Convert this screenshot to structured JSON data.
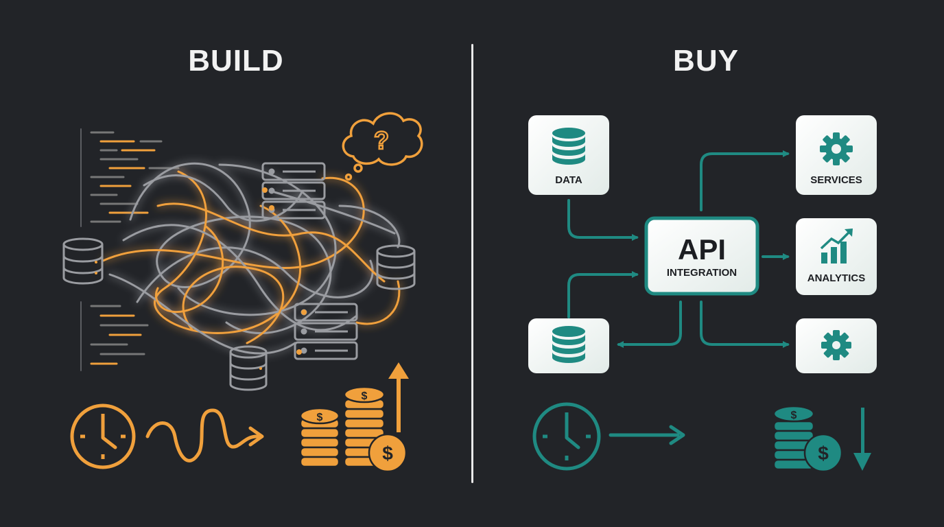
{
  "build": {
    "title": "BUILD",
    "thought_icon": "question-thought-bubble-icon",
    "time_icon": "clock-icon",
    "cost_icon": "coin-stack-icon"
  },
  "buy": {
    "title": "BUY",
    "api_title": "API",
    "api_subtitle": "INTEGRATION",
    "nodes": {
      "data": "DATA",
      "services": "SERVICES",
      "analytics": "ANALYTICS"
    },
    "time_icon": "clock-icon",
    "cost_icon": "coin-stack-icon"
  },
  "colors": {
    "background": "#222428",
    "orange": "#f0a03c",
    "grey": "#8d8f94",
    "teal": "#1f8a82",
    "card": "#eef3f1"
  }
}
